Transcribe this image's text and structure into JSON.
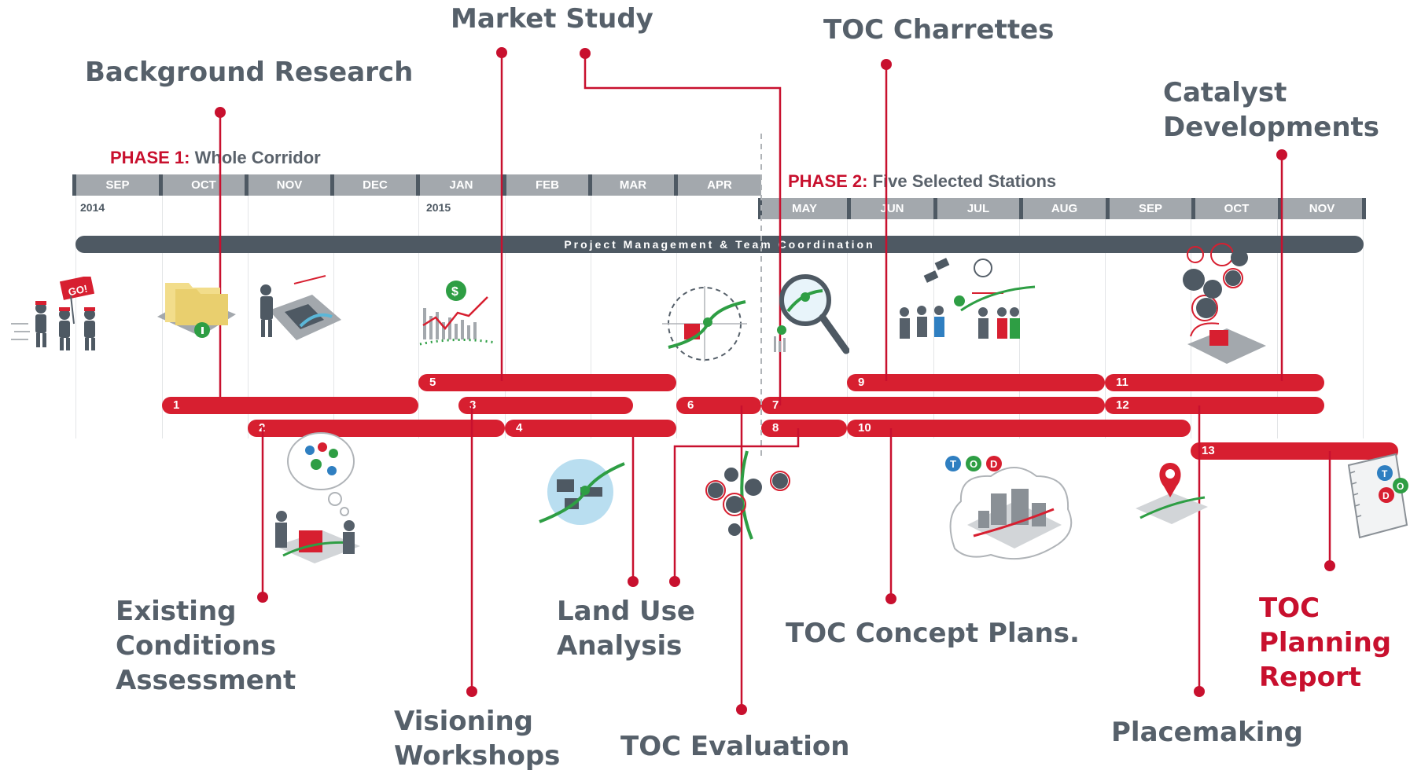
{
  "labels": {
    "market_study": "Market Study",
    "toc_charrettes": "TOC Charrettes",
    "background_research": "Background Research",
    "catalyst_developments": "Catalyst\nDevelopments",
    "existing_conditions": "Existing\nConditions\nAssessment",
    "land_use_analysis": "Land Use\nAnalysis",
    "toc_concept_plans": "TOC Concept Plans.",
    "toc_planning_report": "TOC\nPlanning\nReport",
    "visioning_workshops": "Visioning\nWorkshops",
    "toc_evaluation": "TOC Evaluation",
    "placemaking": "Placemaking"
  },
  "phase1": {
    "number": "PHASE 1:",
    "name": "Whole Corridor"
  },
  "phase2": {
    "number": "PHASE 2:",
    "name": "Five Selected Stations"
  },
  "phase1_months": [
    "SEP",
    "OCT",
    "NOV",
    "DEC",
    "JAN",
    "FEB",
    "MAR",
    "APR"
  ],
  "phase2_months": [
    "MAY",
    "JUN",
    "JUL",
    "AUG",
    "SEP",
    "OCT",
    "NOV"
  ],
  "years": {
    "y2014": "2014",
    "y2015": "2015"
  },
  "project_management": "Project Management & Team Coordination",
  "tasks": [
    "1",
    "2",
    "3",
    "4",
    "5",
    "6",
    "7",
    "8",
    "9",
    "10",
    "11",
    "12",
    "13"
  ],
  "icon_text": {
    "go_sign": "GO!",
    "dollar": "$",
    "tod_t": "T",
    "tod_o": "O",
    "tod_d": "D"
  },
  "colors": {
    "accent_red": "#c8102e",
    "bar_red": "#d71f30",
    "dark_gray": "#4e5963",
    "label_gray": "#56606a",
    "green": "#2e9e44"
  }
}
